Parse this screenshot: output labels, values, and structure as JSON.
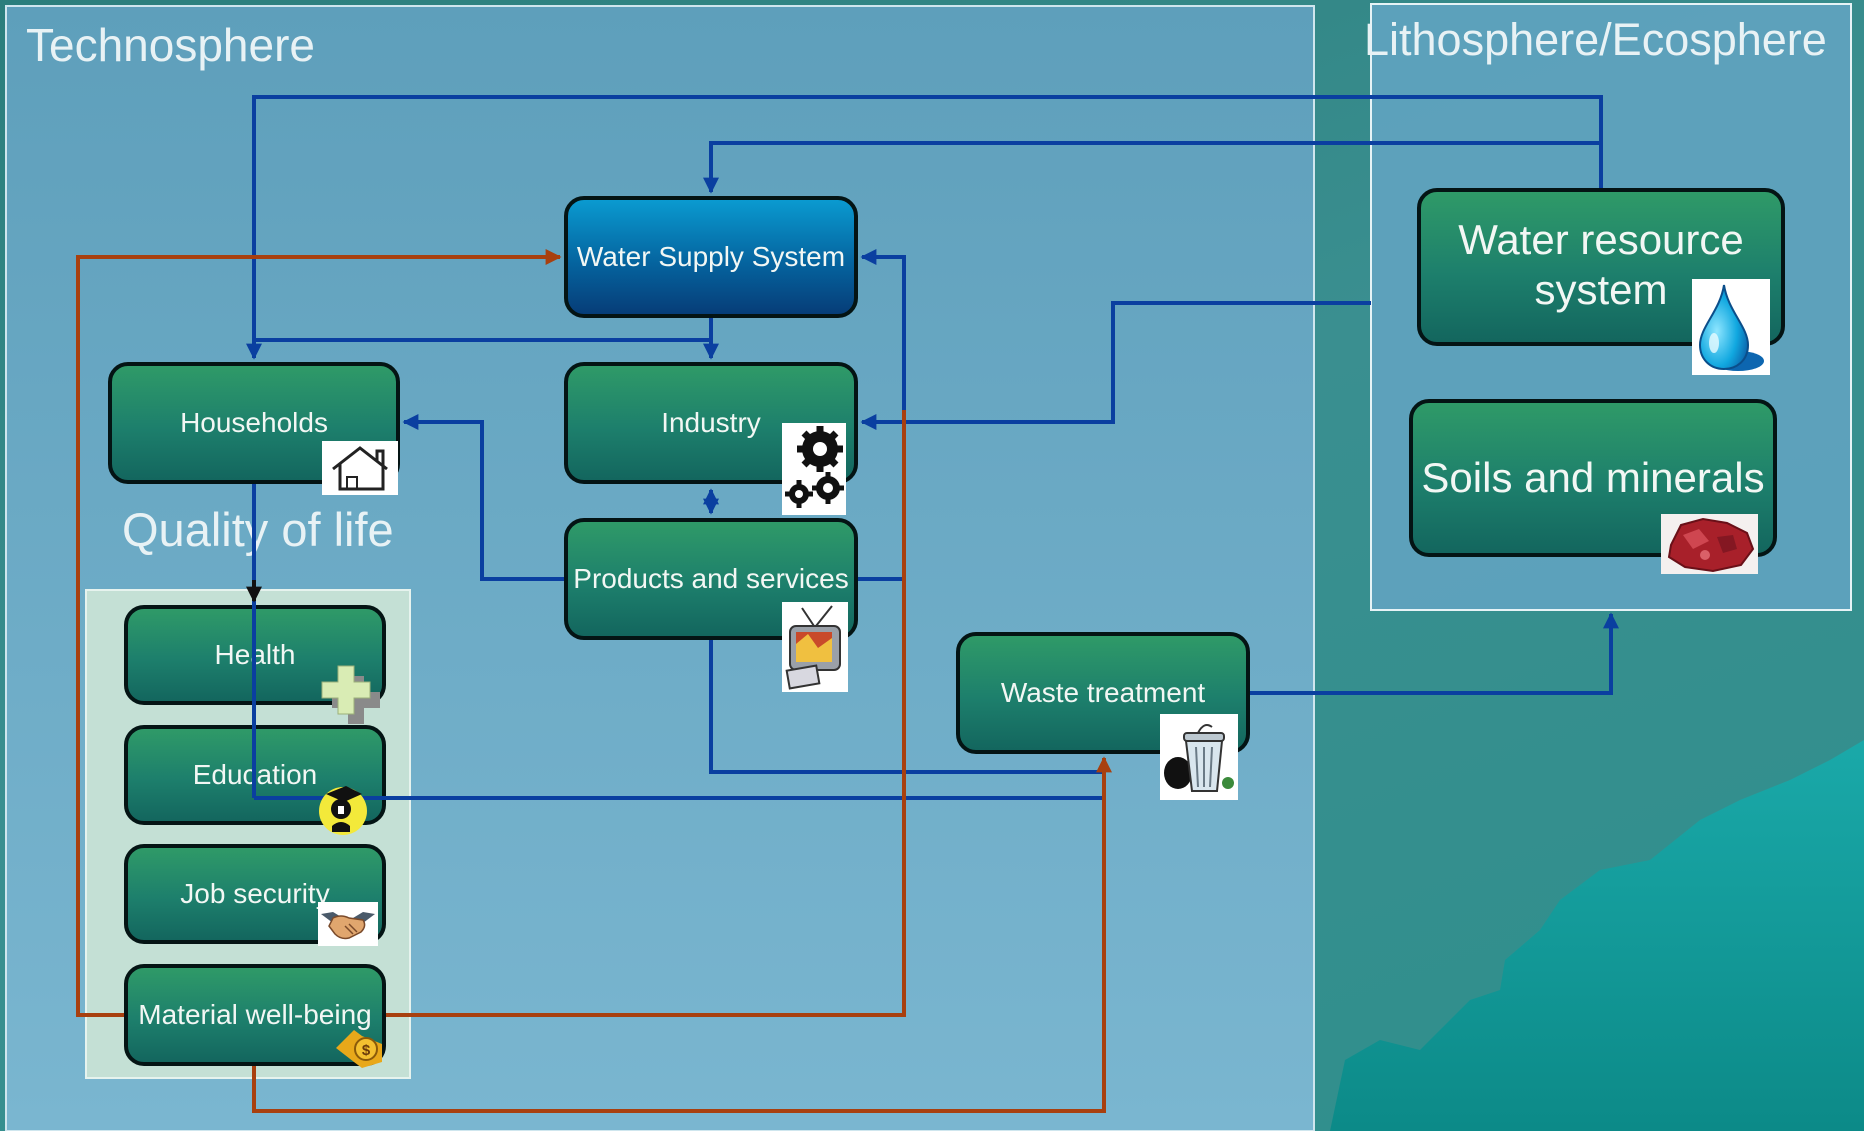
{
  "regions": {
    "technosphere": "Technosphere",
    "lithosphere": "Lithosphere/Ecosphere",
    "quality_of_life": "Quality of life"
  },
  "nodes": {
    "water_supply_system": "Water Supply System",
    "households": "Households",
    "industry": "Industry",
    "products_and_services": "Products and services",
    "waste_treatment": "Waste treatment",
    "water_resource_system": "Water resource system",
    "soils_and_minerals": "Soils and minerals",
    "health": "Health",
    "education": "Education",
    "job_security": "Job security",
    "material_well_being": "Material well-being"
  },
  "icons": {
    "households": "house-icon",
    "industry": "gears-icon",
    "products_and_services": "television-icon",
    "waste_treatment": "trash-can-icon",
    "water_resource_system": "water-drop-icon",
    "soils_and_minerals": "mineral-rock-icon",
    "health": "medical-cross-icon",
    "education": "graduate-icon",
    "job_security": "handshake-icon",
    "material_well_being": "money-bag-icon"
  },
  "colors": {
    "water_flow": "#0a3fa0",
    "material_flow": "#a8400f",
    "node_green": "#1d7f6c",
    "node_blue": "#05649f",
    "technosphere_panel": "#6aaac6"
  }
}
